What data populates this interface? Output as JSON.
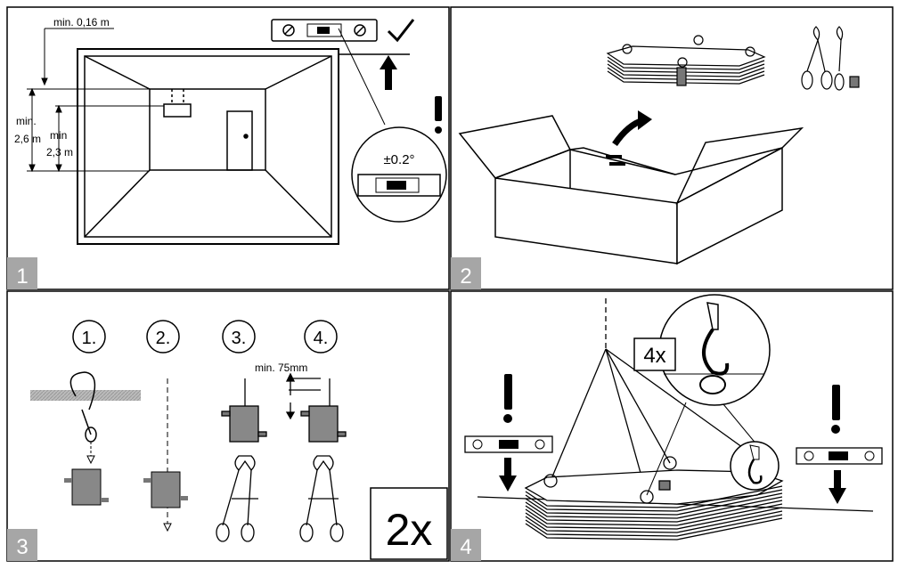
{
  "panels": [
    {
      "number": "1"
    },
    {
      "number": "2"
    },
    {
      "number": "3"
    },
    {
      "number": "4"
    }
  ],
  "panel1": {
    "dim_ceiling": "min. 0,16 m",
    "dim_height_a_line1": "min.",
    "dim_height_a_line2": "2,6 m",
    "dim_height_b_line1": "min",
    "dim_height_b_line2": "2,3 m",
    "tolerance": "±0.2°"
  },
  "panel3": {
    "steps": [
      "1.",
      "2.",
      "3.",
      "4."
    ],
    "distance": "min. 75mm",
    "quantity": "2x"
  },
  "panel4": {
    "quantity": "4x"
  }
}
